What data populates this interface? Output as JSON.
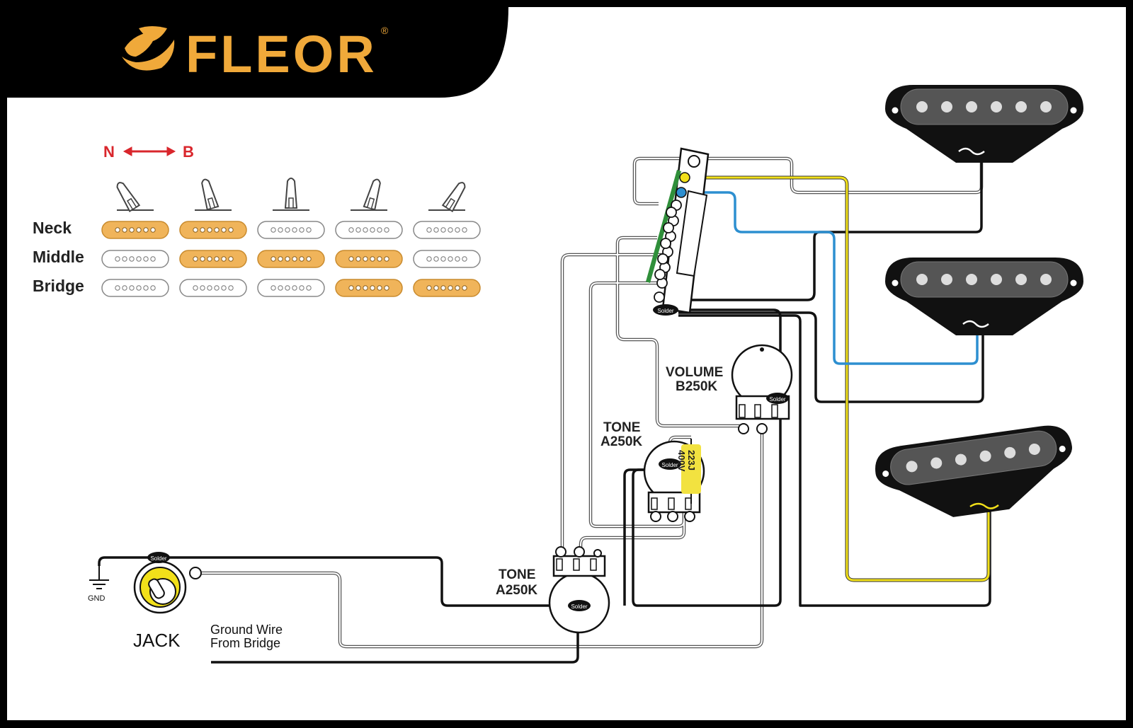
{
  "brand": {
    "name": "FLEOR",
    "registered_mark": "®",
    "colors": {
      "brand": "#f0a93a",
      "header_bg": "#000000"
    }
  },
  "switch_chart": {
    "direction_left": "N",
    "direction_right": "B",
    "direction_color": "#d9262c",
    "rows": [
      "Neck",
      "Middle",
      "Bridge"
    ],
    "positions": [
      {
        "active": [
          true,
          false,
          false
        ]
      },
      {
        "active": [
          true,
          true,
          false
        ]
      },
      {
        "active": [
          false,
          true,
          false
        ]
      },
      {
        "active": [
          false,
          true,
          true
        ]
      },
      {
        "active": [
          false,
          false,
          true
        ]
      }
    ],
    "active_color": "#f0b45a"
  },
  "components": {
    "volume": {
      "name": "VOLUME",
      "value": "B250K"
    },
    "tone_upper": {
      "name": "TONE",
      "value": "A250K"
    },
    "tone_lower": {
      "name": "TONE",
      "value": "A250K"
    },
    "capacitor": {
      "code": "223J",
      "voltage": "400V",
      "color": "#f2e240"
    },
    "jack": {
      "name": "JACK"
    },
    "ground": {
      "label": "GND"
    },
    "ground_wire": {
      "line1": "Ground Wire",
      "line2": "From Bridge"
    },
    "solder_label": "Solder"
  },
  "wire_colors": {
    "yellow": "#f2e01a",
    "blue": "#2d8fd0",
    "black": "#111111",
    "white": "#ffffff"
  }
}
